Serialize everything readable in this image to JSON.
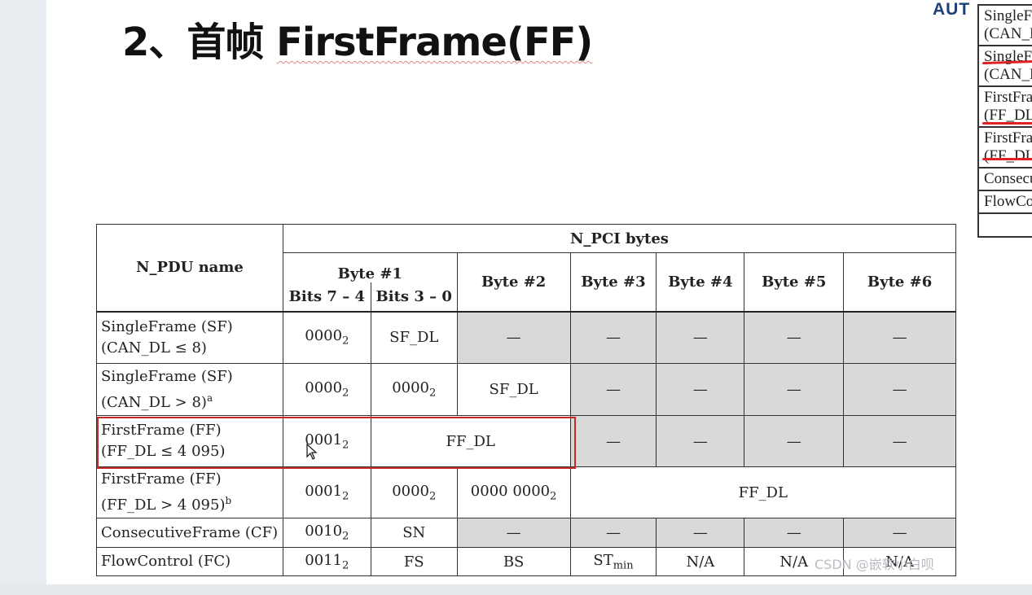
{
  "slide": {
    "title_prefix": "2、首帧 ",
    "title_main": "FirstFrame(FF)",
    "logo_text": "AUT"
  },
  "side_panel": {
    "rows": [
      {
        "line1": "SingleF",
        "line2": "(CAN_D"
      },
      {
        "line1": "SingleF",
        "line2": "(CAN_D"
      },
      {
        "line1": "FirstFra",
        "line2": "(FF_DL"
      },
      {
        "line1": "FirstFra",
        "line2": "(FF_DL"
      },
      {
        "line1": "Consecu"
      },
      {
        "line1": "FlowCo"
      }
    ]
  },
  "table": {
    "header": {
      "npdu_name": "N_PDU name",
      "npci_bytes": "N_PCI bytes",
      "byte1": "Byte #1",
      "bits_hi": "Bits 7 – 4",
      "bits_lo": "Bits 3 – 0",
      "byte2": "Byte #2",
      "byte3": "Byte #3",
      "byte4": "Byte #4",
      "byte5": "Byte #5",
      "byte6": "Byte #6"
    },
    "dash": "—",
    "sub2": "2",
    "rows": {
      "sf1": {
        "name1": "SingleFrame (SF)",
        "name2": "(CAN_DL ≤ 8)",
        "b1hi": "0000",
        "b1lo": "SF_DL"
      },
      "sf2": {
        "name1": "SingleFrame (SF)",
        "name2": "(CAN_DL > 8)",
        "note": "a",
        "b1hi": "0000",
        "b1lo": "0000",
        "b2": "SF_DL"
      },
      "ff1": {
        "name1": "FirstFrame (FF)",
        "name2": "(FF_DL ≤ 4 095)",
        "b1hi": "0001",
        "ffdl": "FF_DL"
      },
      "ff2": {
        "name1": "FirstFrame (FF)",
        "name2": "(FF_DL > 4 095)",
        "note": "b",
        "b1hi": "0001",
        "b1lo": "0000",
        "b2": "0000 0000",
        "ffdl": "FF_DL"
      },
      "cf": {
        "name": "ConsecutiveFrame (CF)",
        "b1hi": "0010",
        "b1lo": "SN"
      },
      "fc": {
        "name": "FlowControl (FC)",
        "b1hi": "0011",
        "b1lo": "FS",
        "b2": "BS",
        "b3": "ST",
        "b3sub": "min",
        "b4": "N/A",
        "b5": "N/A",
        "b6": "N/A"
      }
    }
  },
  "watermark": "CSDN @嵌软小白呗"
}
